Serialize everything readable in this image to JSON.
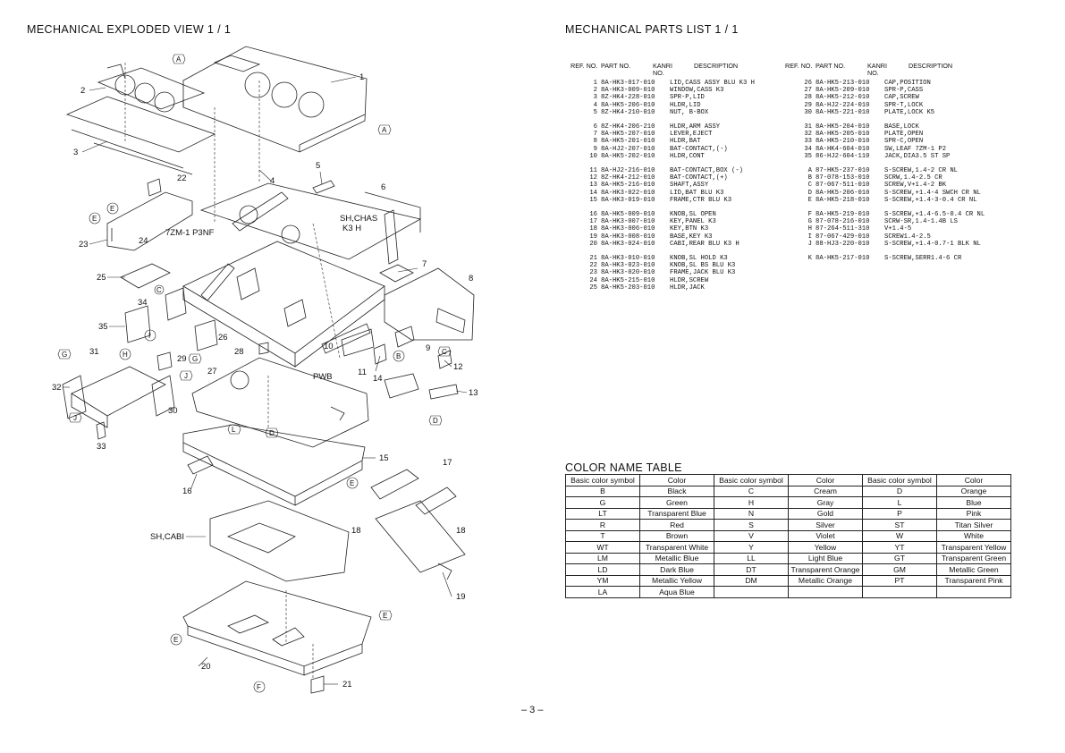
{
  "left_title": "MECHANICAL  EXPLODED  VIEW  1 / 1",
  "right_title": "MECHANICAL  PARTS  LIST  1 / 1",
  "diagram": {
    "callouts": [
      "1",
      "2",
      "3",
      "4",
      "5",
      "6",
      "7",
      "8",
      "9",
      "10",
      "11",
      "12",
      "13",
      "14",
      "15",
      "16",
      "17",
      "18",
      "18",
      "19",
      "20",
      "21",
      "22",
      "23",
      "24",
      "25",
      "26",
      "27",
      "28",
      "29",
      "30",
      "31",
      "32",
      "33",
      "34",
      "35"
    ],
    "letters": [
      "A",
      "A",
      "B",
      "C",
      "D",
      "E",
      "E",
      "E",
      "E",
      "F",
      "G",
      "G",
      "H",
      "I",
      "J",
      "J",
      "C",
      "D",
      "L",
      "E"
    ],
    "labels": {
      "sh_chas_1": "SH,CHAS",
      "sh_chas_2": "K3 H",
      "model": "7ZM-1 P3NF",
      "pwb": "PWB",
      "sh_cabi": "SH,CABI"
    }
  },
  "parts_header": {
    "ref": "REF. NO.",
    "part": "PART NO.",
    "kanri": "KANRI",
    "kanri2": "NO.",
    "desc": "DESCRIPTION"
  },
  "parts_left": [
    {
      "ref": "1",
      "part": "8A-HK3-017-010",
      "desc": "LID,CASS ASSY BLU K3 H"
    },
    {
      "ref": "2",
      "part": "8A-HK3-009-010",
      "desc": "WINDOW,CASS K3"
    },
    {
      "ref": "3",
      "part": "8Z-HK4-228-010",
      "desc": "SPR-P,LID"
    },
    {
      "ref": "4",
      "part": "8A-HK5-206-010",
      "desc": "HLDR,LID"
    },
    {
      "ref": "5",
      "part": "8Z-HK4-210-010",
      "desc": "NUT, B-BOX"
    },
    {
      "ref": "6",
      "part": "8Z-HK4-206-210",
      "desc": "HLDR,ARM ASSY",
      "gap": true
    },
    {
      "ref": "7",
      "part": "8A-HK5-207-010",
      "desc": "LEVER,EJECT"
    },
    {
      "ref": "8",
      "part": "8A-HK5-201-010",
      "desc": "HLDR,BAT"
    },
    {
      "ref": "9",
      "part": "8A-HJ2-207-010",
      "desc": "BAT-CONTACT,(-)"
    },
    {
      "ref": "10",
      "part": "8A-HK5-202-010",
      "desc": "HLDR,CONT"
    },
    {
      "ref": "11",
      "part": "8A-HJ2-216-010",
      "desc": "BAT-CONTACT,BOX (-)",
      "gap": true
    },
    {
      "ref": "12",
      "part": "8Z-HK4-212-010",
      "desc": "BAT-CONTACT,(+)"
    },
    {
      "ref": "13",
      "part": "8A-HK5-216-010",
      "desc": "SHAFT,ASSY"
    },
    {
      "ref": "14",
      "part": "8A-HK3-022-010",
      "desc": "LID,BAT BLU K3"
    },
    {
      "ref": "15",
      "part": "8A-HK3-019-010",
      "desc": "FRAME,CTR BLU K3"
    },
    {
      "ref": "16",
      "part": "8A-HK5-009-010",
      "desc": "KNOB,SL OPEN",
      "gap": true
    },
    {
      "ref": "17",
      "part": "8A-HK3-007-010",
      "desc": "KEY,PANEL K3"
    },
    {
      "ref": "18",
      "part": "8A-HK3-006-010",
      "desc": "KEY,BTN K3"
    },
    {
      "ref": "19",
      "part": "8A-HK3-008-010",
      "desc": "BASE,KEY K3"
    },
    {
      "ref": "20",
      "part": "8A-HK3-024-010",
      "desc": "CABI,REAR BLU K3 H"
    },
    {
      "ref": "21",
      "part": "8A-HK3-010-010",
      "desc": "KNOB,SL HOLD K3",
      "gap": true
    },
    {
      "ref": "22",
      "part": "8A-HK3-023-010",
      "desc": "KNOB,SL BS BLU K3"
    },
    {
      "ref": "23",
      "part": "8A-HK3-020-010",
      "desc": "FRAME,JACK BLU K3"
    },
    {
      "ref": "24",
      "part": "8A-HK5-215-010",
      "desc": "HLDR,SCREW"
    },
    {
      "ref": "25",
      "part": "8A-HK5-203-010",
      "desc": "HLDR,JACK"
    }
  ],
  "parts_right": [
    {
      "ref": "26",
      "part": "8A-HK5-213-010",
      "desc": "CAP,POSITION"
    },
    {
      "ref": "27",
      "part": "8A-HK5-209-010",
      "desc": "SPR-P,CASS"
    },
    {
      "ref": "28",
      "part": "8A-HK5-212-010",
      "desc": "CAP,SCREW"
    },
    {
      "ref": "29",
      "part": "8A-HJ2-224-010",
      "desc": "SPR-T,LOCK"
    },
    {
      "ref": "30",
      "part": "8A-HK5-221-010",
      "desc": "PLATE,LOCK K5"
    },
    {
      "ref": "31",
      "part": "8A-HK5-204-010",
      "desc": "BASE,LOCK",
      "gap": true
    },
    {
      "ref": "32",
      "part": "8A-HK5-205-010",
      "desc": "PLATE,OPEN"
    },
    {
      "ref": "33",
      "part": "8A-HK5-210-010",
      "desc": "SPR-C,OPEN"
    },
    {
      "ref": "34",
      "part": "8A-HK4-604-010",
      "desc": "SW,LEAF 7ZM-1 P2"
    },
    {
      "ref": "35",
      "part": "86-HJ2-604-110",
      "desc": "JACK,DIA3.5 ST SP"
    },
    {
      "ref": "A",
      "part": "87-HK5-237-010",
      "desc": "S-SCREW,1.4-2 CR NL",
      "gap": true
    },
    {
      "ref": "B",
      "part": "87-078-153-010",
      "desc": "SCRW,1.4-2.5 CR"
    },
    {
      "ref": "C",
      "part": "87-067-511-010",
      "desc": "SCREW,V+1.4-2 BK"
    },
    {
      "ref": "D",
      "part": "8A-HK5-206-010",
      "desc": "S-SCREW,+1.4-4 SWCH CR NL"
    },
    {
      "ref": "E",
      "part": "8A-HK5-218-010",
      "desc": "S-SCREW,+1.4-3-0.4 CR NL"
    },
    {
      "ref": "F",
      "part": "8A-HK5-219-010",
      "desc": "S-SCREW,+1.4-6.5-0.4 CR NL",
      "gap": true
    },
    {
      "ref": "G",
      "part": "87-078-216-010",
      "desc": "SCRW-SR,1.4-1.4B LS"
    },
    {
      "ref": "H",
      "part": "87-264-511-310",
      "desc": "V+1.4-5"
    },
    {
      "ref": "I",
      "part": "87-067-429-010",
      "desc": "SCREW1.4-2.5"
    },
    {
      "ref": "J",
      "part": "88-HJ3-220-010",
      "desc": "S-SCREW,+1.4-0.7-1 BLK NL"
    },
    {
      "ref": "K",
      "part": "8A-HK5-217-010",
      "desc": "S-SCREW,SERR1.4-6 CR",
      "gap": true
    }
  ],
  "color_title": "COLOR  NAME  TABLE",
  "color_table": {
    "headers": [
      "Basic color symbol",
      "Color",
      "Basic color symbol",
      "Color",
      "Basic color symbol",
      "Color"
    ],
    "rows": [
      [
        "B",
        "Black",
        "C",
        "Cream",
        "D",
        "Orange"
      ],
      [
        "G",
        "Green",
        "H",
        "Gray",
        "L",
        "Blue"
      ],
      [
        "LT",
        "Transparent Blue",
        "N",
        "Gold",
        "P",
        "Pink"
      ],
      [
        "R",
        "Red",
        "S",
        "Silver",
        "ST",
        "Titan Silver"
      ],
      [
        "T",
        "Brown",
        "V",
        "Violet",
        "W",
        "White"
      ],
      [
        "WT",
        "Transparent White",
        "Y",
        "Yellow",
        "YT",
        "Transparent Yellow"
      ],
      [
        "LM",
        "Metallic Blue",
        "LL",
        "Light Blue",
        "GT",
        "Transparent Green"
      ],
      [
        "LD",
        "Dark Blue",
        "DT",
        "Transparent Orange",
        "GM",
        "Metallic Green"
      ],
      [
        "YM",
        "Metallic Yellow",
        "DM",
        "Metallic Orange",
        "PT",
        "Transparent Pink"
      ],
      [
        "LA",
        "Aqua Blue",
        "",
        "",
        "",
        ""
      ]
    ]
  },
  "page_number": "– 3 –"
}
